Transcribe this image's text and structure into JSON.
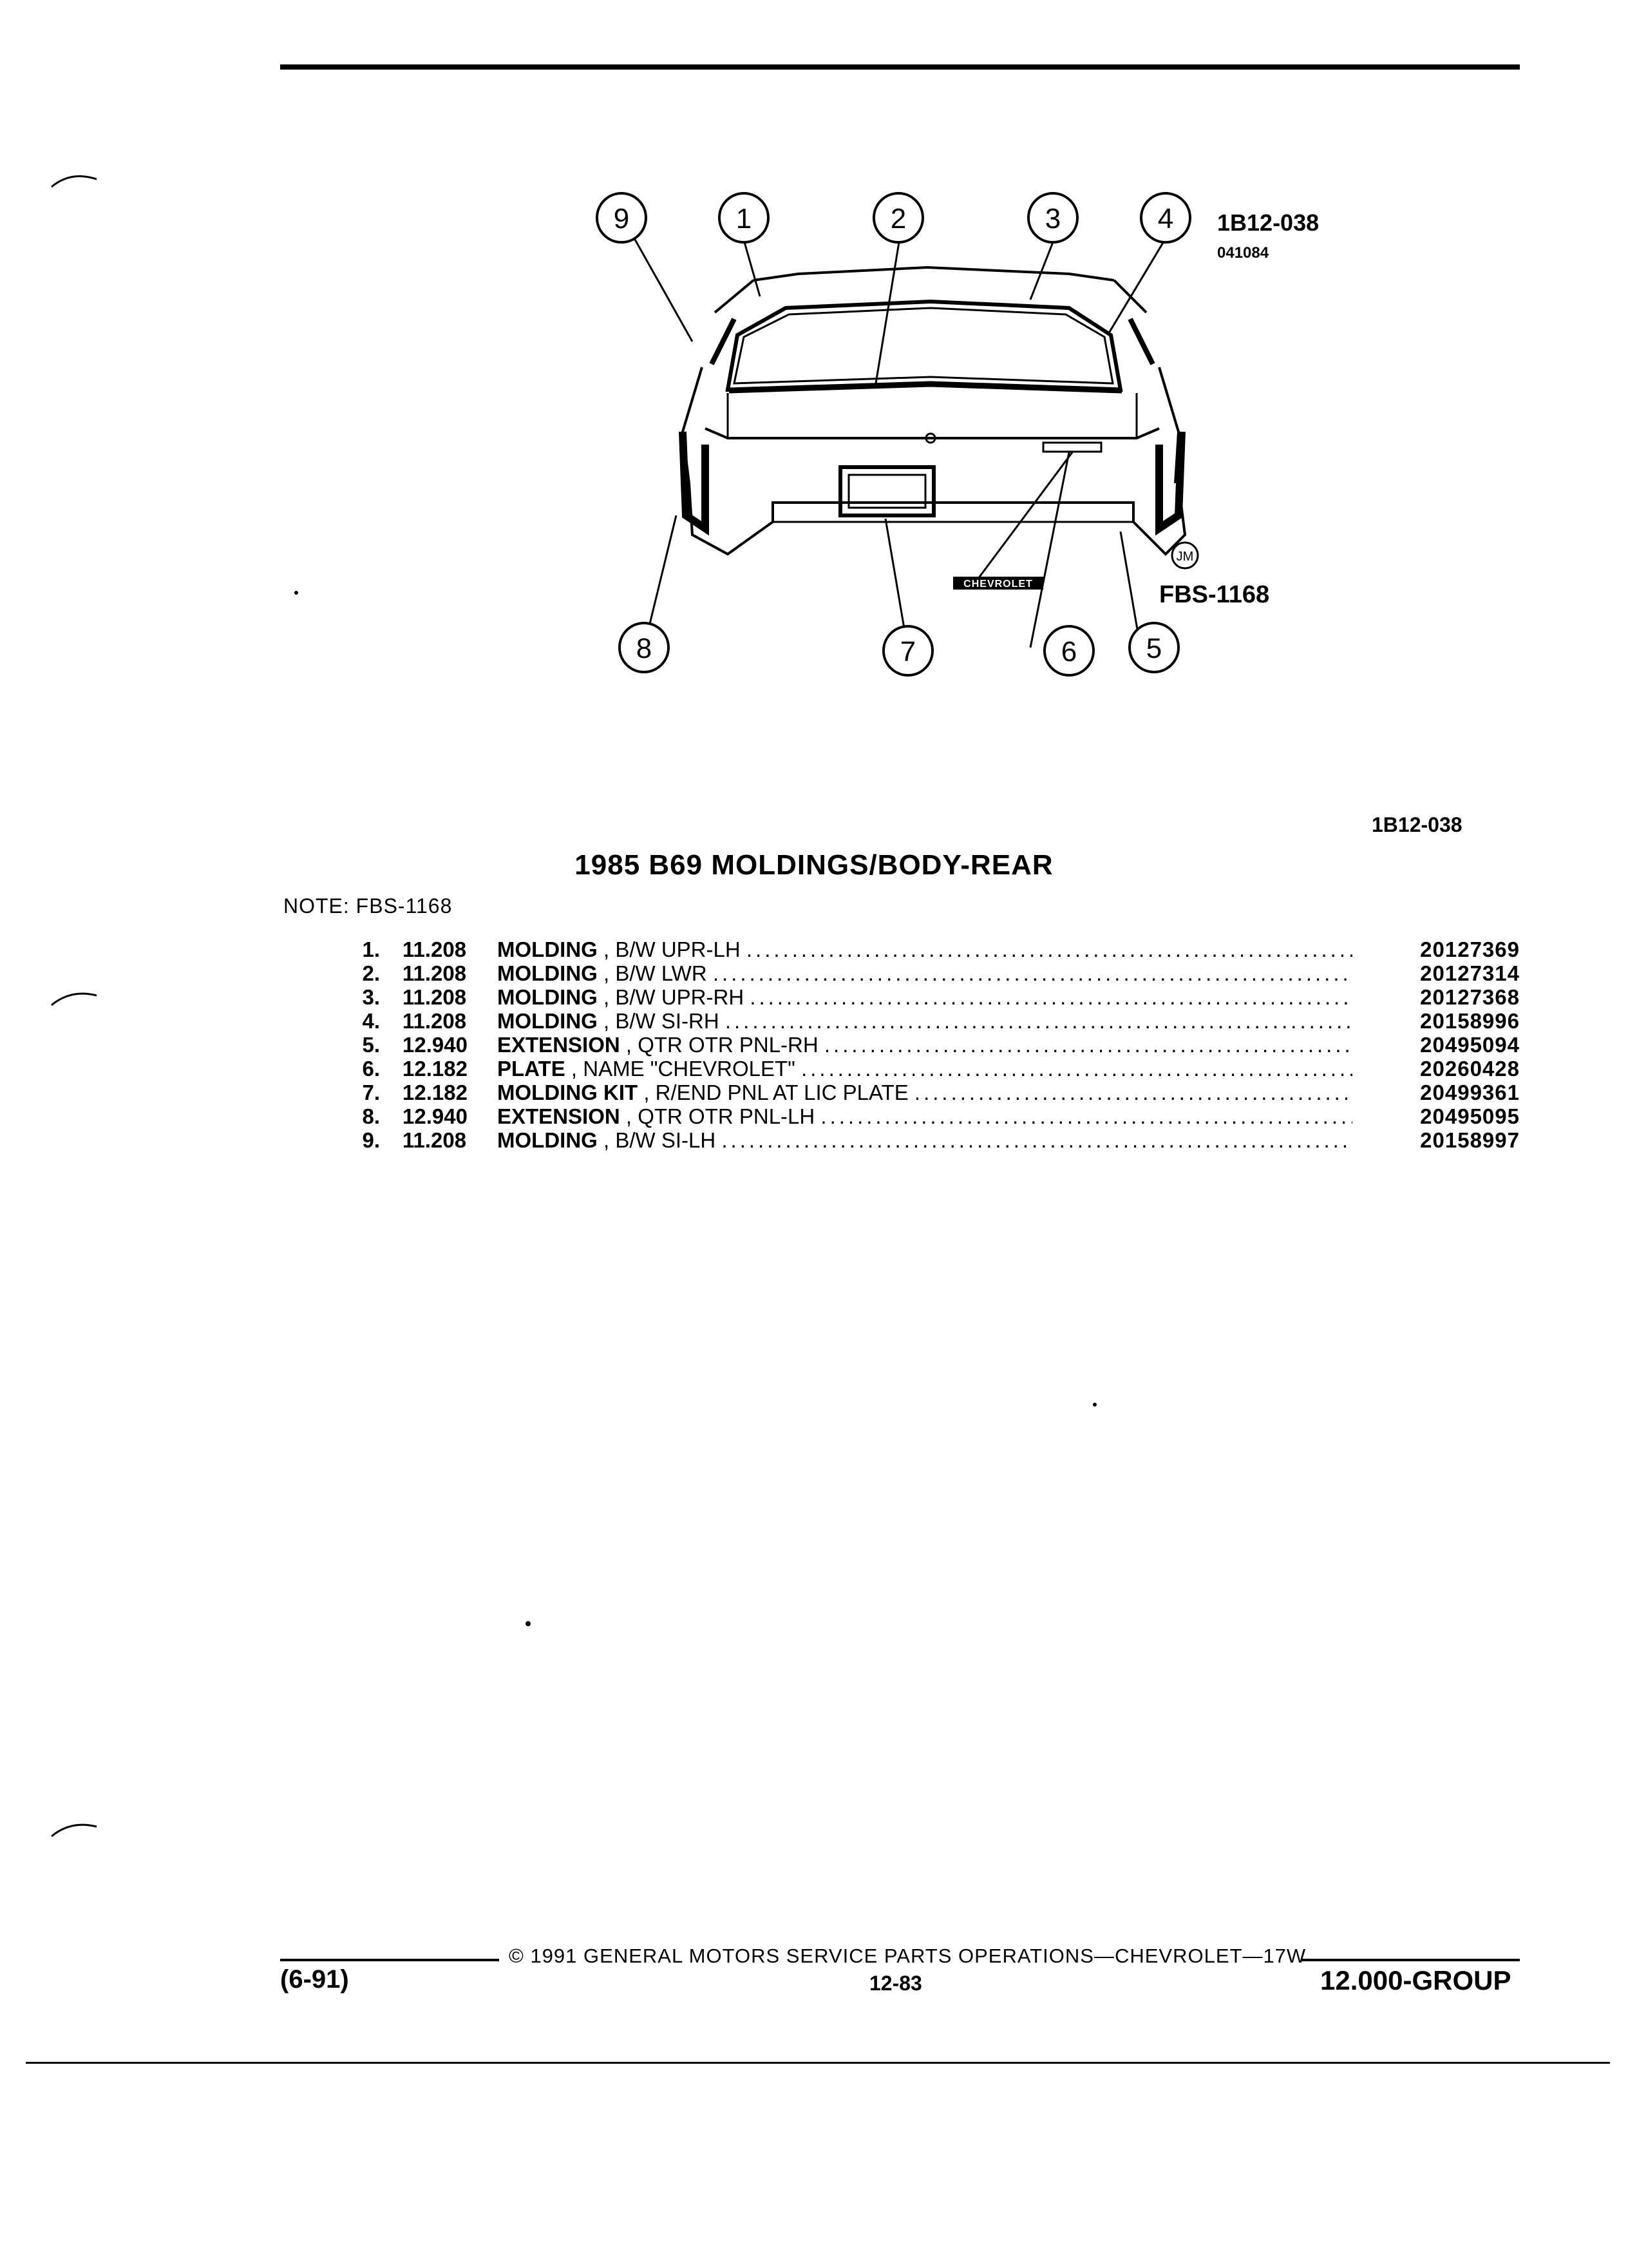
{
  "diagram": {
    "figure_id": "1B12-038",
    "figure_date": "041084",
    "initials": "JM",
    "note_ref": "FBS-1168",
    "emblem_text": "CHEVROLET",
    "callouts": [
      "1",
      "2",
      "3",
      "4",
      "5",
      "6",
      "7",
      "8",
      "9"
    ]
  },
  "header": {
    "diagram_id": "1B12-038",
    "title": "1985 B69 MOLDINGS/BODY-REAR",
    "note_label": "NOTE:",
    "note_value": "FBS-1168"
  },
  "parts": [
    {
      "num": "1.",
      "group": "11.208",
      "name": "MOLDING",
      "desc": ", B/W UPR-LH",
      "part_number": "20127369"
    },
    {
      "num": "2.",
      "group": "11.208",
      "name": "MOLDING",
      "desc": ", B/W LWR",
      "part_number": "20127314"
    },
    {
      "num": "3.",
      "group": "11.208",
      "name": "MOLDING",
      "desc": ", B/W UPR-RH",
      "part_number": "20127368"
    },
    {
      "num": "4.",
      "group": "11.208",
      "name": "MOLDING",
      "desc": ", B/W SI-RH",
      "part_number": "20158996"
    },
    {
      "num": "5.",
      "group": "12.940",
      "name": "EXTENSION",
      "desc": ", QTR OTR PNL-RH",
      "part_number": "20495094"
    },
    {
      "num": "6.",
      "group": "12.182",
      "name": "PLATE",
      "desc": ", NAME \"CHEVROLET\"",
      "part_number": "20260428"
    },
    {
      "num": "7.",
      "group": "12.182",
      "name": "MOLDING KIT",
      "desc": ", R/END PNL AT LIC PLATE",
      "part_number": "20499361"
    },
    {
      "num": "8.",
      "group": "12.940",
      "name": "EXTENSION",
      "desc": ", QTR OTR PNL-LH",
      "part_number": "20495095"
    },
    {
      "num": "9.",
      "group": "11.208",
      "name": "MOLDING",
      "desc": ", B/W SI-LH",
      "part_number": "20158997"
    }
  ],
  "footer": {
    "copyright": "© 1991 GENERAL MOTORS SERVICE PARTS OPERATIONS—CHEVROLET—17W",
    "date": "(6-91)",
    "page": "12-83",
    "group": "12.000-GROUP"
  }
}
